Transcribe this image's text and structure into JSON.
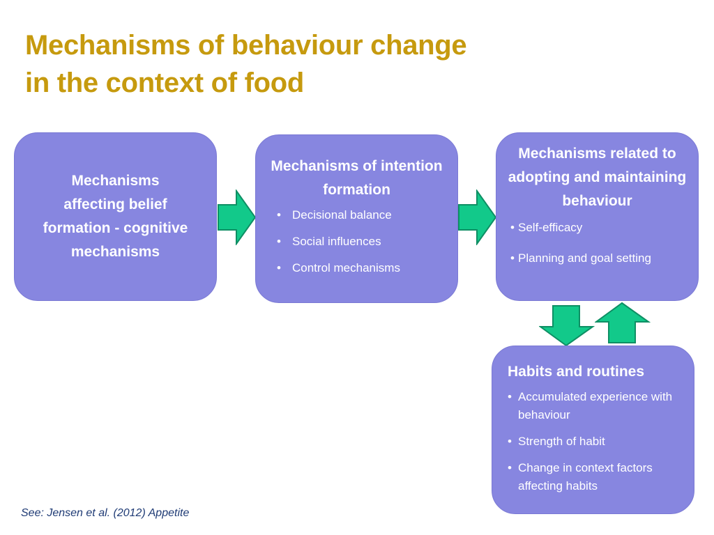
{
  "title_line1": "Mechanisms of behaviour change",
  "title_line2": "in the context of food",
  "boxes": {
    "belief": {
      "heading": "Mechanisms affecting belief formation - cognitive mechanisms"
    },
    "intention": {
      "heading": "Mechanisms of intention formation",
      "items": [
        "Decisional balance",
        "Social influences",
        "Control mechanisms"
      ]
    },
    "adopting": {
      "heading": "Mechanisms related to adopting and maintaining behaviour",
      "items": [
        "Self-efficacy",
        "Planning and goal setting"
      ]
    },
    "habits": {
      "heading": "Habits and routines",
      "items": [
        "Accumulated experience with behaviour",
        "Strength of habit",
        "Change in context factors affecting habits"
      ]
    }
  },
  "citation": "See: Jensen et al. (2012) Appetite",
  "colors": {
    "title": "#C69A0E",
    "box_fill": "#8786E0",
    "arrow_fill": "#12C98A",
    "arrow_stroke": "#0E8F64",
    "citation": "#1F3B75"
  },
  "icons": [
    "arrow-right-icon",
    "arrow-down-icon",
    "arrow-up-icon"
  ]
}
